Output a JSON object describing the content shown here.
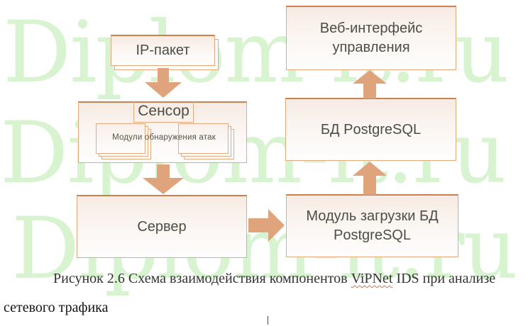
{
  "watermark": {
    "text": "Diplom-it.ru",
    "color": "#d8f3d0",
    "rows": 3
  },
  "diagram": {
    "nodes": {
      "ip_packet": {
        "label": "IP-пакет"
      },
      "sensor": {
        "title": "Сенсор",
        "modules_label": "Модули обнаружения атак"
      },
      "server": {
        "label": "Сервер"
      },
      "module_loader": {
        "line1": "Модуль загрузки БД",
        "line2": "PostgreSQL"
      },
      "db": {
        "label": "БД PostgreSQL"
      },
      "web_interface": {
        "line1": "Веб-интерфейс",
        "line2": "управления"
      }
    },
    "arrows": [
      "ip-packet-to-sensor",
      "sensor-to-server",
      "server-to-module-loader",
      "module-loader-to-db",
      "db-to-web-interface"
    ],
    "colors": {
      "arrow": "#dfa47b",
      "box_border": "#e3a97e",
      "box_border_top": "#c9814f",
      "box_fill_top": "#f7ebe3",
      "box_text": "#4d4d44"
    }
  },
  "caption": {
    "line1_before": "Рисунок 2.6 Схема взаимодействия компонентов ",
    "line1_misspelled_word": "ViPNet",
    "line1_after": " IDS при анализе",
    "line2": "сетевого трафика"
  }
}
